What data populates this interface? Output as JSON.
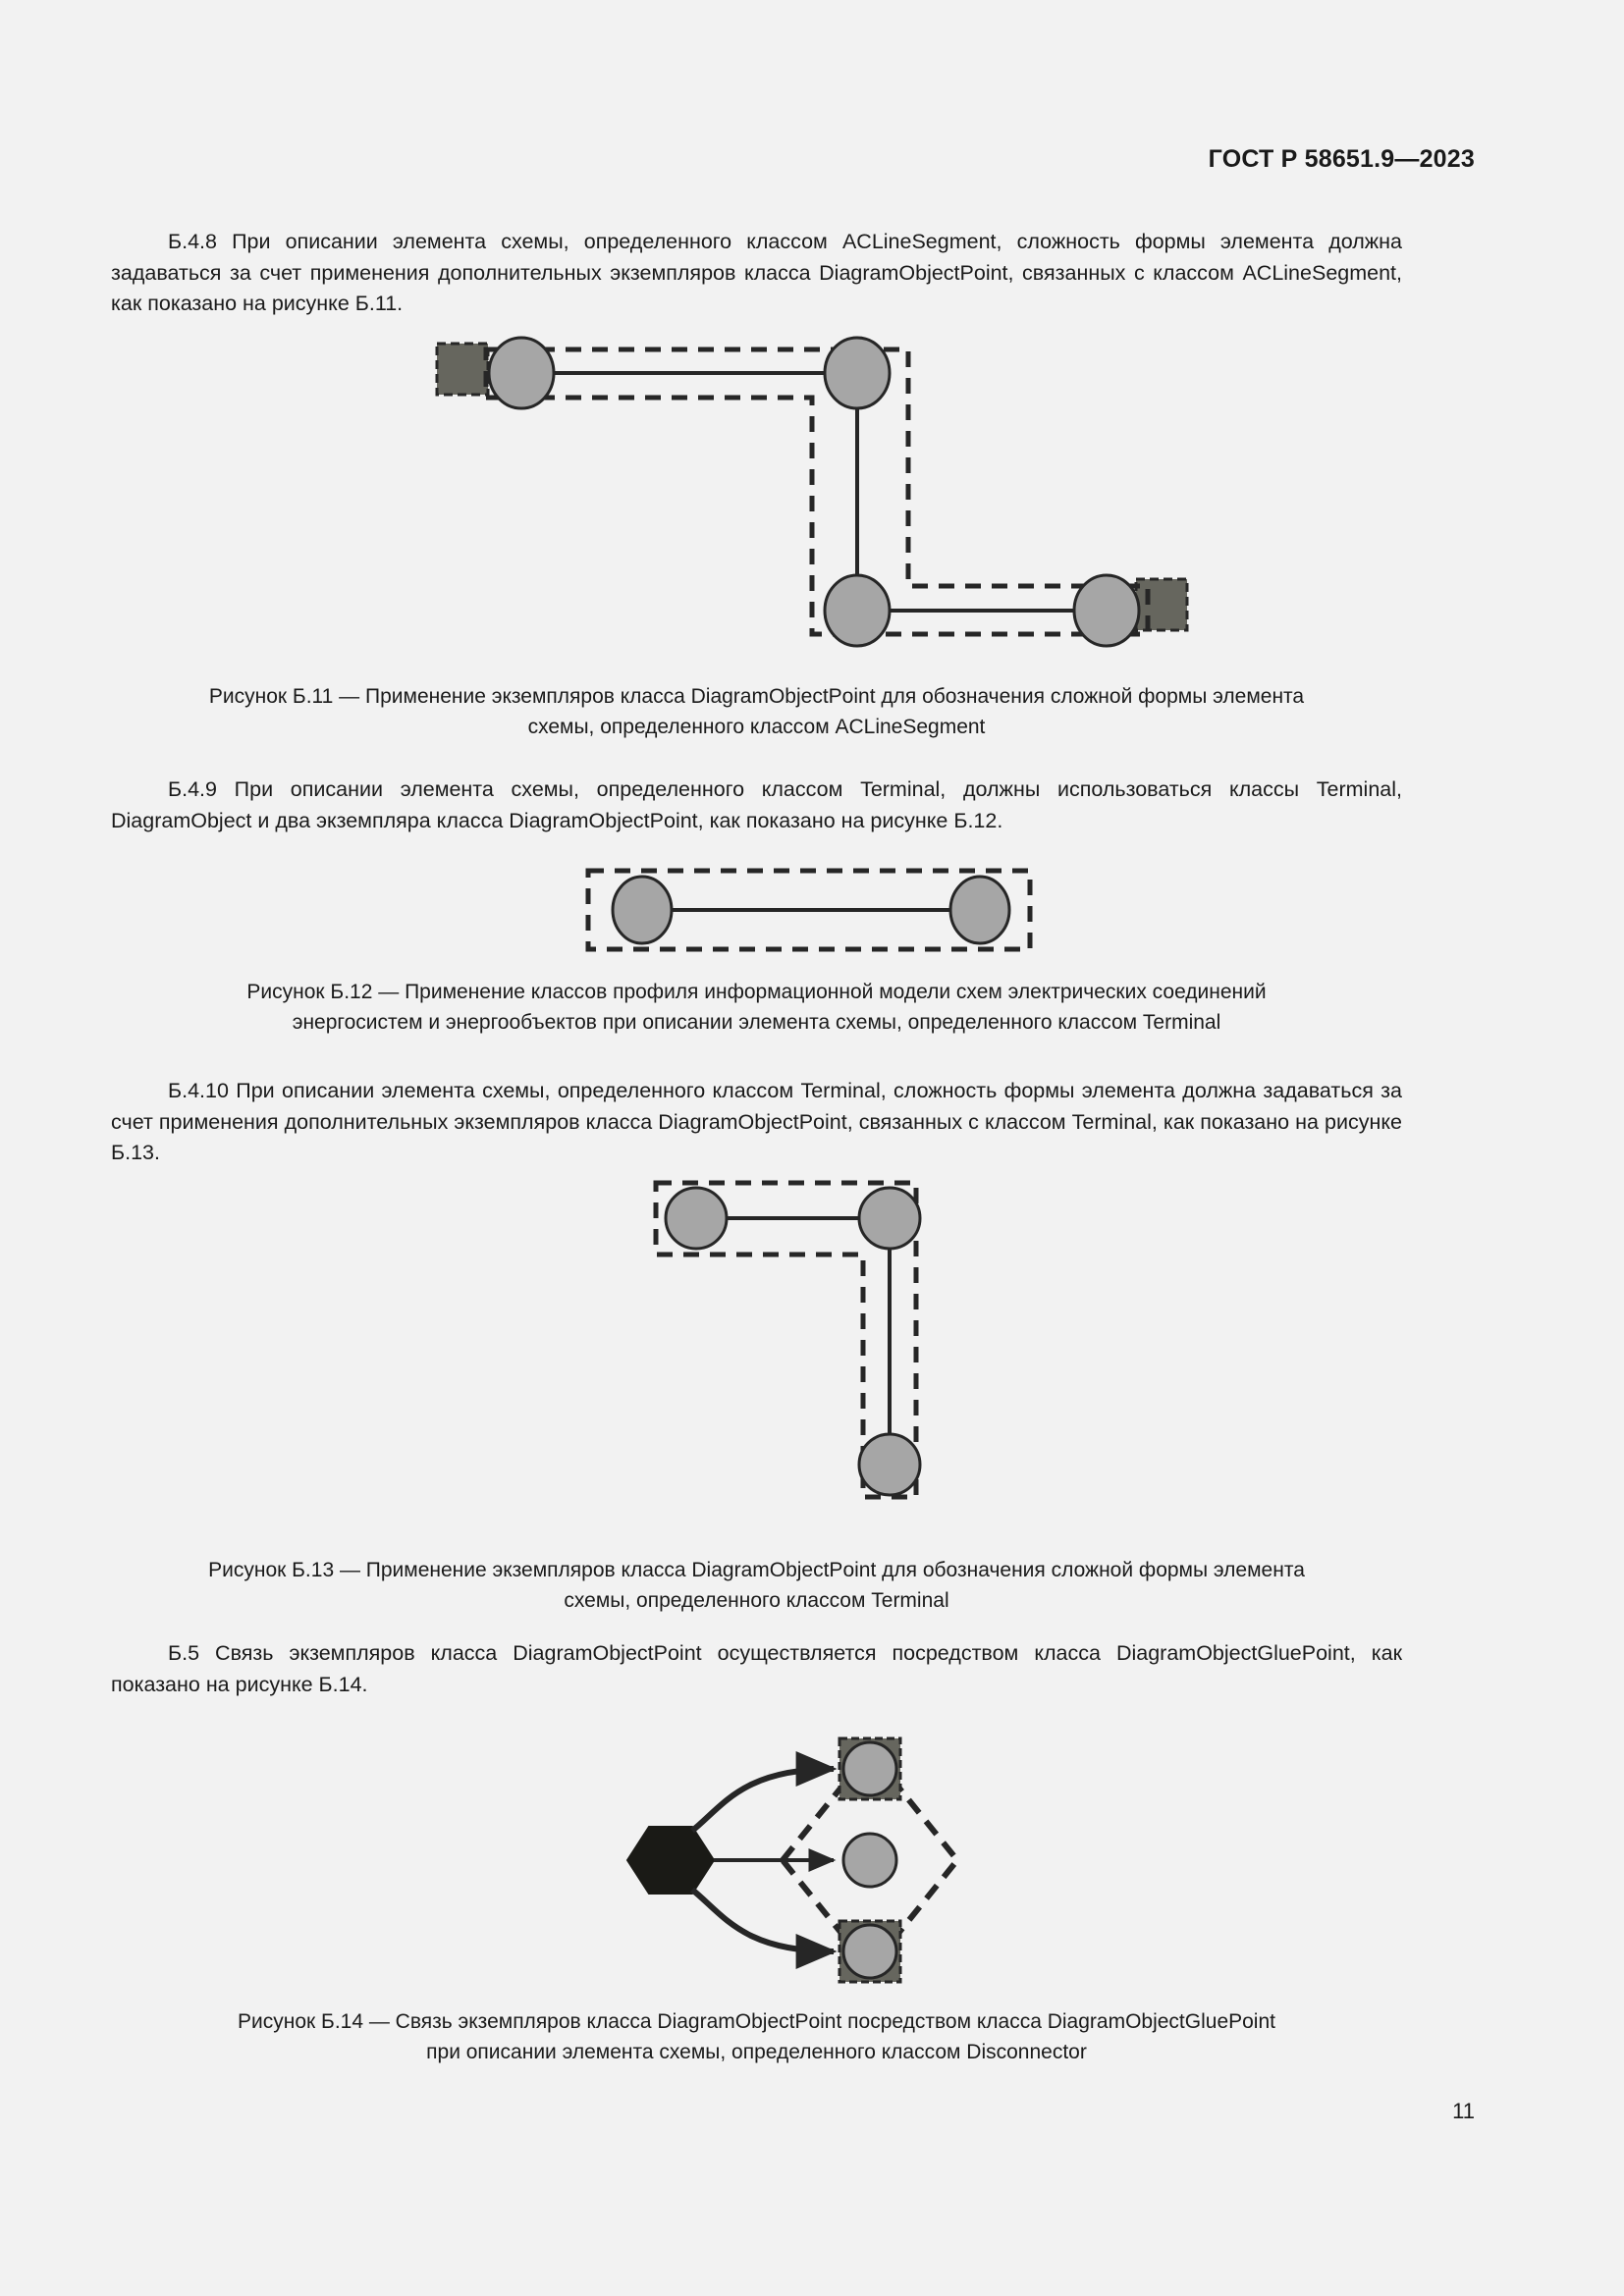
{
  "document": {
    "header": "ГОСТ Р 58651.9—2023",
    "page_number": "11"
  },
  "paragraphs": {
    "b_4_8": "Б.4.8  При описании элемента схемы, определенного классом ACLineSegment, сложность формы элемента должна задаваться за счет применения дополнительных экземпляров класса DiagramObjectPoint, связанных с классом ACLineSegment, как показано на рисунке Б.11.",
    "b_4_9": "Б.4.9  При описании элемента схемы, определенного классом Terminal, должны использоваться классы Terminal, DiagramObject и два экземпляра класса DiagramObjectPoint, как показано на рисунке Б.12.",
    "b_4_10": "Б.4.10  При описании элемента схемы, определенного классом Terminal, сложность формы элемента должна задаваться за счет применения дополнительных экземпляров класса DiagramObjectPoint, связанных с классом Terminal, как показано на рисунке Б.13.",
    "b_5": "Б.5  Связь экземпляров класса DiagramObjectPoint осуществляется посредством класса DiagramObjectGluePoint, как показано на рисунке Б.14."
  },
  "captions": {
    "fig_b11_line1": "Рисунок Б.11 — Применение экземпляров класса DiagramObjectPoint для обозначения сложной формы элемента",
    "fig_b11_line2": "схемы, определенного классом ACLineSegment",
    "fig_b12_line1": "Рисунок Б.12 — Применение классов профиля информационной модели схем электрических соединений",
    "fig_b12_line2": "энергосистем и энергообъектов при описании элемента схемы, определенного классом Terminal",
    "fig_b13_line1": "Рисунок Б.13 — Применение экземпляров класса DiagramObjectPoint для обозначения сложной формы элемента",
    "fig_b13_line2": "схемы, определенного классом Terminal",
    "fig_b14_line1": "Рисунок Б.14 — Связь экземпляров класса DiagramObjectPoint посредством класса DiagramObjectGluePoint",
    "fig_b14_line2": "при описании элемента схемы, определенного классом Disconnector"
  },
  "colors": {
    "page_background": "#f2f2f2",
    "text": "#1a1a1a",
    "stroke": "#262626",
    "node_fill": "#a6a6a6",
    "terminal_block_fill": "#66665e",
    "hexagon_fill": "#1a1a16"
  },
  "figures": {
    "fig_b11": {
      "name": "Рисунок Б.11",
      "shape": "l-shaped-dashed-outline",
      "node_count": 4,
      "terminal_block_count": 2
    },
    "fig_b12": {
      "name": "Рисунок Б.12",
      "shape": "rectangular-dashed-outline",
      "node_count": 2,
      "terminal_block_count": 0
    },
    "fig_b13": {
      "name": "Рисунок Б.13",
      "shape": "l-shaped-dashed-outline",
      "node_count": 3,
      "terminal_block_count": 0
    },
    "fig_b14": {
      "name": "Рисунок Б.14",
      "shape": "hexagon-with-three-arrows-and-dashed-diamond",
      "node_count": 3,
      "arrow_count": 3,
      "hexagon_count": 1
    }
  }
}
